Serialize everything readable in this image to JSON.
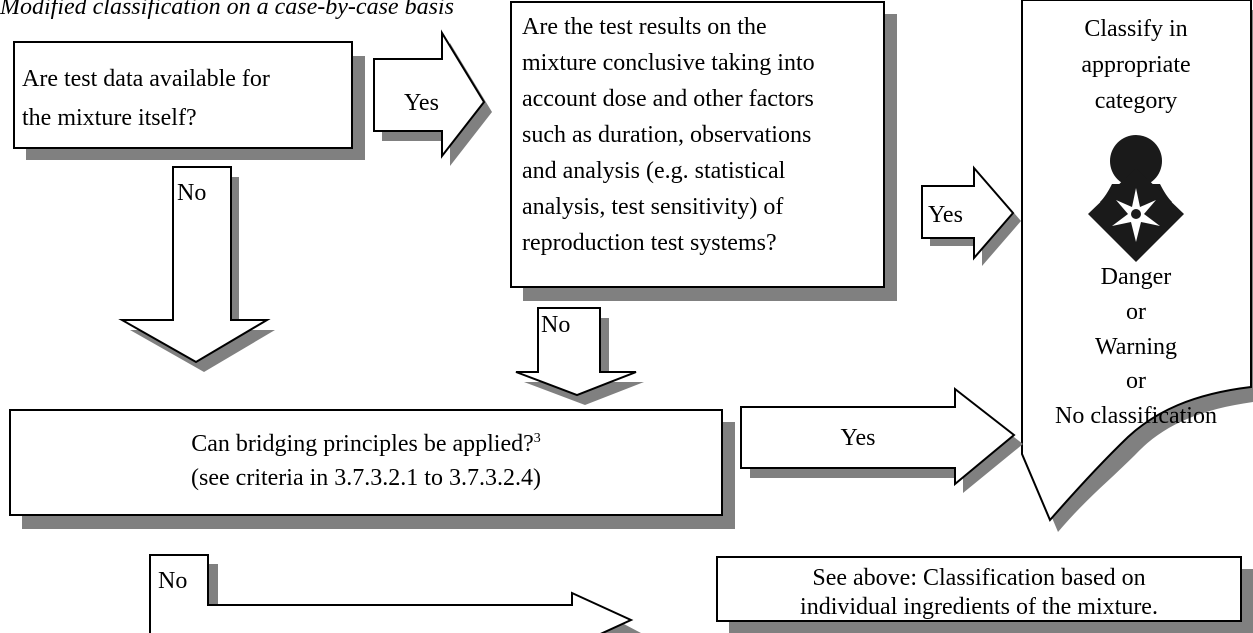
{
  "header": {
    "text": "Modified classification on a case-by-case basis"
  },
  "q1": {
    "lines": [
      "Are test data available for",
      "the mixture itself?"
    ]
  },
  "q2": {
    "lines": [
      "Are the test results on the",
      "mixture conclusive taking into",
      "account dose and other factors",
      "such as duration, observations",
      "and analysis (e.g. statistical",
      "analysis, test sensitivity) of",
      "reproduction test systems?"
    ]
  },
  "q3": {
    "line1": "Can bridging principles be applied?",
    "sup": "3",
    "line2": "(see criteria in 3.7.3.2.1 to 3.7.3.2.4)"
  },
  "result": {
    "top_lines": [
      "Classify in",
      "appropriate",
      "category"
    ],
    "bottom_lines": [
      "Danger",
      "or",
      "Warning",
      "or",
      "No classification"
    ],
    "pictogram": "health-hazard-pictogram"
  },
  "see_above": {
    "lines": [
      "See above: Classification based on",
      "individual ingredients of the mixture."
    ]
  },
  "arrows": {
    "q1_yes": "Yes",
    "q1_no": "No",
    "q2_yes": "Yes",
    "q2_no": "No",
    "q3_yes": "Yes",
    "q3_no": "No"
  }
}
